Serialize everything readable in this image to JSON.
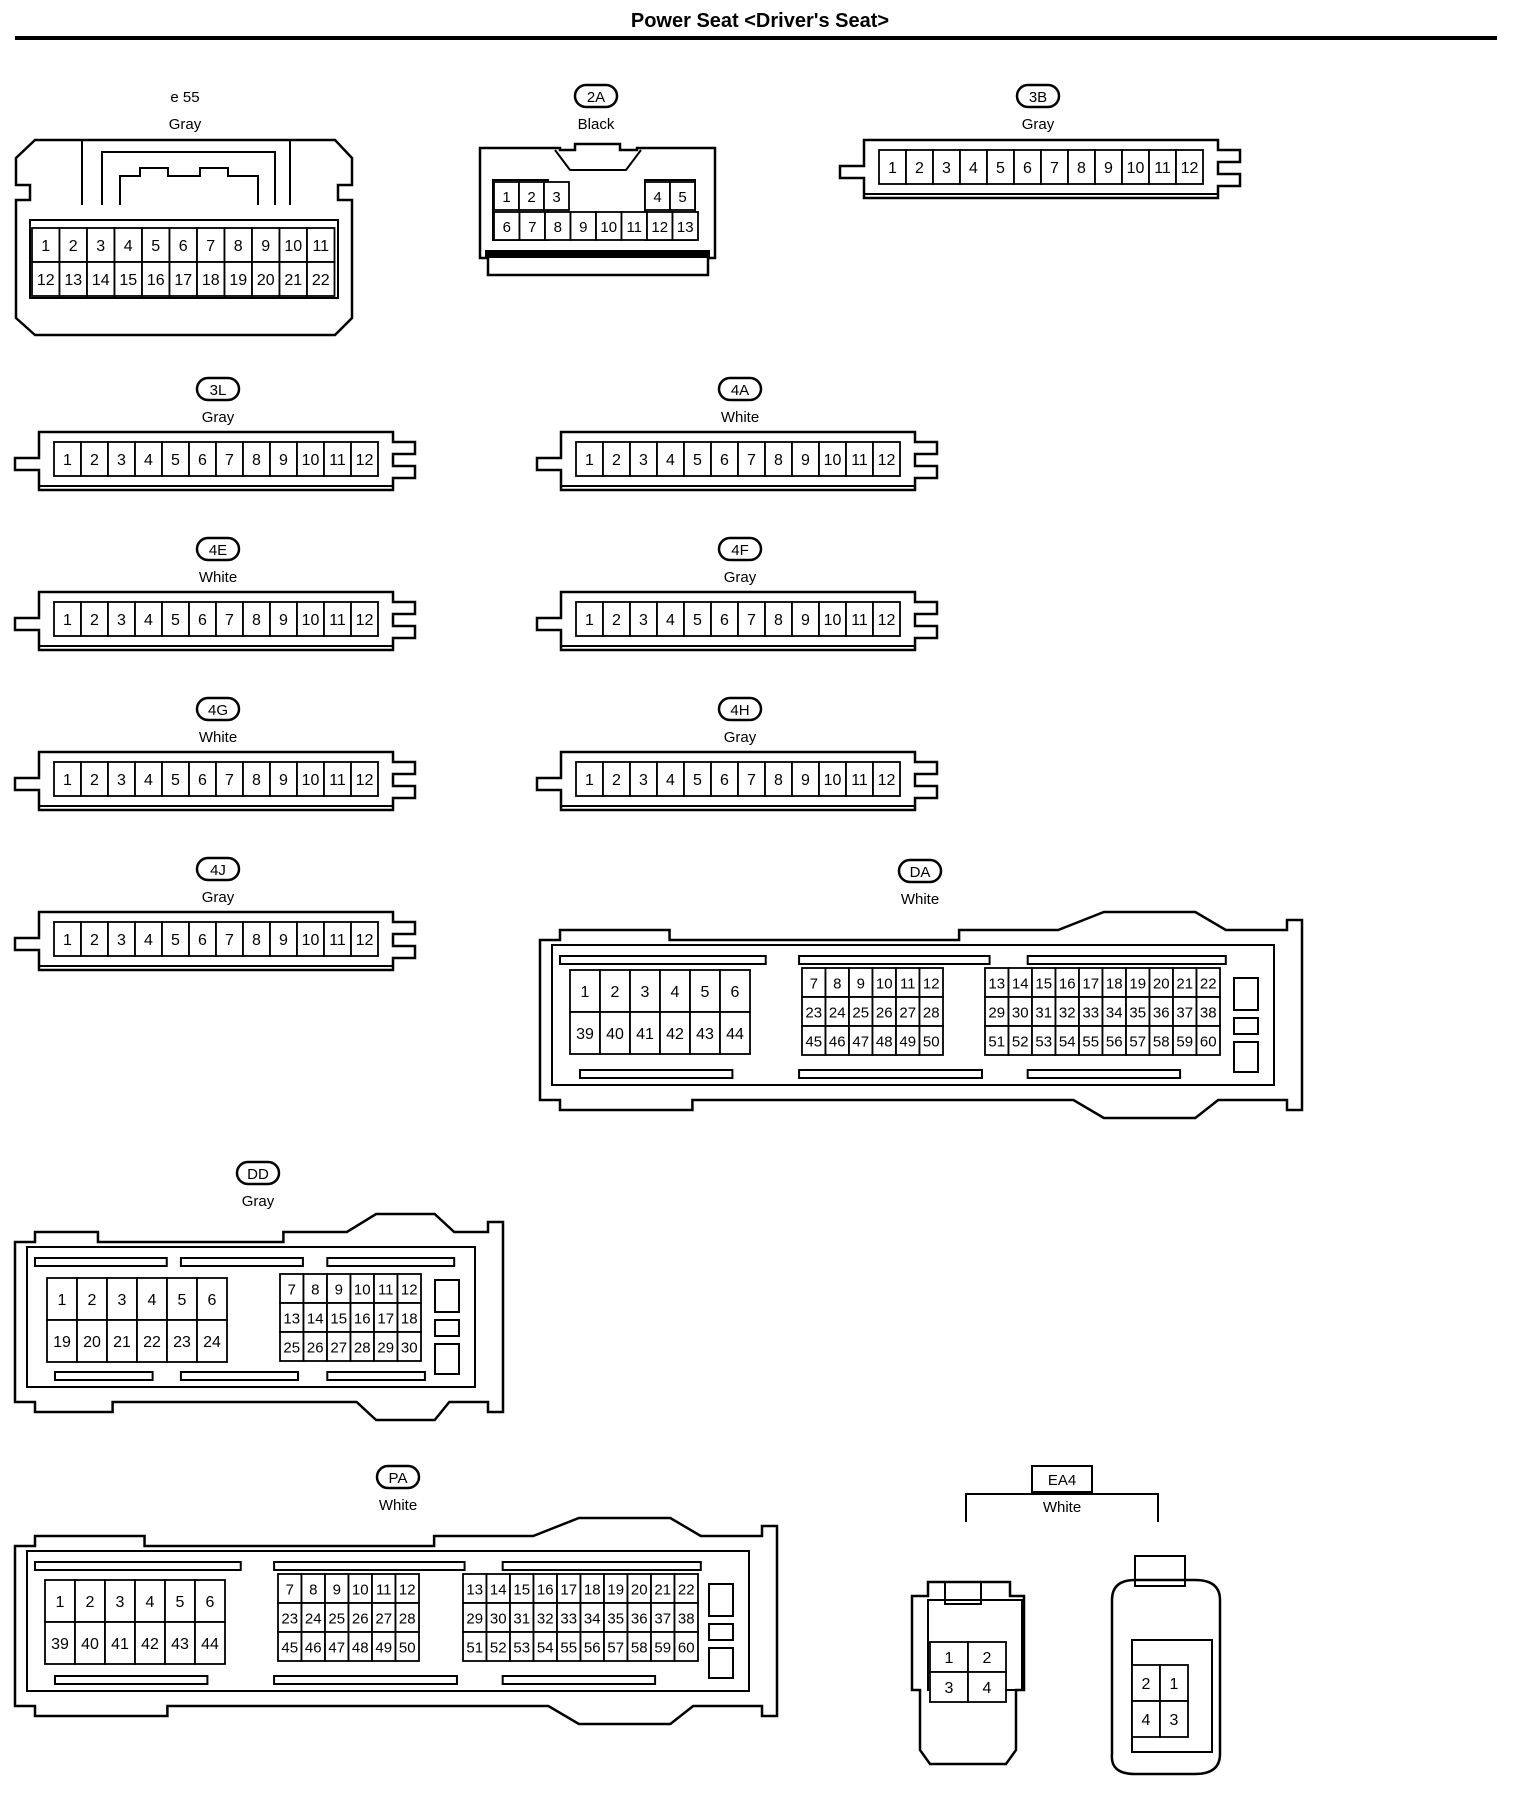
{
  "title": "Power Seat <Driver's Seat>",
  "connectors": [
    {
      "id": "e55",
      "code": "e 55",
      "code_style": "plain",
      "color": "Gray",
      "rows": [
        [
          "1",
          "2",
          "3",
          "4",
          "5",
          "6",
          "7",
          "8",
          "9",
          "10",
          "11"
        ],
        [
          "12",
          "13",
          "14",
          "15",
          "16",
          "17",
          "18",
          "19",
          "20",
          "21",
          "22"
        ]
      ]
    },
    {
      "id": "2A",
      "code": "2A",
      "code_style": "oval",
      "color": "Black",
      "rows": [
        [
          "1",
          "2",
          "3",
          "4",
          "5"
        ],
        [
          "6",
          "7",
          "8",
          "9",
          "10",
          "11",
          "12",
          "13"
        ]
      ]
    },
    {
      "id": "3B",
      "code": "3B",
      "code_style": "oval",
      "color": "Gray",
      "rows": [
        [
          "1",
          "2",
          "3",
          "4",
          "5",
          "6",
          "7",
          "8",
          "9",
          "10",
          "11",
          "12"
        ]
      ]
    },
    {
      "id": "3L",
      "code": "3L",
      "code_style": "oval",
      "color": "Gray",
      "rows": [
        [
          "1",
          "2",
          "3",
          "4",
          "5",
          "6",
          "7",
          "8",
          "9",
          "10",
          "11",
          "12"
        ]
      ]
    },
    {
      "id": "4A",
      "code": "4A",
      "code_style": "oval",
      "color": "White",
      "rows": [
        [
          "1",
          "2",
          "3",
          "4",
          "5",
          "6",
          "7",
          "8",
          "9",
          "10",
          "11",
          "12"
        ]
      ]
    },
    {
      "id": "4E",
      "code": "4E",
      "code_style": "oval",
      "color": "White",
      "rows": [
        [
          "1",
          "2",
          "3",
          "4",
          "5",
          "6",
          "7",
          "8",
          "9",
          "10",
          "11",
          "12"
        ]
      ]
    },
    {
      "id": "4F",
      "code": "4F",
      "code_style": "oval",
      "color": "Gray",
      "rows": [
        [
          "1",
          "2",
          "3",
          "4",
          "5",
          "6",
          "7",
          "8",
          "9",
          "10",
          "11",
          "12"
        ]
      ]
    },
    {
      "id": "4G",
      "code": "4G",
      "code_style": "oval",
      "color": "White",
      "rows": [
        [
          "1",
          "2",
          "3",
          "4",
          "5",
          "6",
          "7",
          "8",
          "9",
          "10",
          "11",
          "12"
        ]
      ]
    },
    {
      "id": "4H",
      "code": "4H",
      "code_style": "oval",
      "color": "Gray",
      "rows": [
        [
          "1",
          "2",
          "3",
          "4",
          "5",
          "6",
          "7",
          "8",
          "9",
          "10",
          "11",
          "12"
        ]
      ]
    },
    {
      "id": "4J",
      "code": "4J",
      "code_style": "oval",
      "color": "Gray",
      "rows": [
        [
          "1",
          "2",
          "3",
          "4",
          "5",
          "6",
          "7",
          "8",
          "9",
          "10",
          "11",
          "12"
        ]
      ]
    },
    {
      "id": "DA",
      "code": "DA",
      "code_style": "oval",
      "color": "White",
      "blocks": [
        [
          [
            "1",
            "2",
            "3",
            "4",
            "5",
            "6"
          ],
          [
            "39",
            "40",
            "41",
            "42",
            "43",
            "44"
          ]
        ],
        [
          [
            "7",
            "8",
            "9",
            "10",
            "11",
            "12"
          ],
          [
            "23",
            "24",
            "25",
            "26",
            "27",
            "28"
          ],
          [
            "45",
            "46",
            "47",
            "48",
            "49",
            "50"
          ]
        ],
        [
          [
            "13",
            "14",
            "15",
            "16",
            "17",
            "18",
            "19",
            "20",
            "21",
            "22"
          ],
          [
            "29",
            "30",
            "31",
            "32",
            "33",
            "34",
            "35",
            "36",
            "37",
            "38"
          ],
          [
            "51",
            "52",
            "53",
            "54",
            "55",
            "56",
            "57",
            "58",
            "59",
            "60"
          ]
        ]
      ]
    },
    {
      "id": "DD",
      "code": "DD",
      "code_style": "oval",
      "color": "Gray",
      "blocks": [
        [
          [
            "1",
            "2",
            "3",
            "4",
            "5",
            "6"
          ],
          [
            "19",
            "20",
            "21",
            "22",
            "23",
            "24"
          ]
        ],
        [
          [
            "7",
            "8",
            "9",
            "10",
            "11",
            "12"
          ],
          [
            "13",
            "14",
            "15",
            "16",
            "17",
            "18"
          ],
          [
            "25",
            "26",
            "27",
            "28",
            "29",
            "30"
          ]
        ]
      ]
    },
    {
      "id": "PA",
      "code": "PA",
      "code_style": "oval",
      "color": "White",
      "blocks": [
        [
          [
            "1",
            "2",
            "3",
            "4",
            "5",
            "6"
          ],
          [
            "39",
            "40",
            "41",
            "42",
            "43",
            "44"
          ]
        ],
        [
          [
            "7",
            "8",
            "9",
            "10",
            "11",
            "12"
          ],
          [
            "23",
            "24",
            "25",
            "26",
            "27",
            "28"
          ],
          [
            "45",
            "46",
            "47",
            "48",
            "49",
            "50"
          ]
        ],
        [
          [
            "13",
            "14",
            "15",
            "16",
            "17",
            "18",
            "19",
            "20",
            "21",
            "22"
          ],
          [
            "29",
            "30",
            "31",
            "32",
            "33",
            "34",
            "35",
            "36",
            "37",
            "38"
          ],
          [
            "51",
            "52",
            "53",
            "54",
            "55",
            "56",
            "57",
            "58",
            "59",
            "60"
          ]
        ]
      ]
    },
    {
      "id": "EA4",
      "code": "EA4",
      "code_style": "box",
      "color": "White",
      "views": [
        [
          [
            "1",
            "2"
          ],
          [
            "3",
            "4"
          ]
        ],
        [
          [
            "2",
            "1"
          ],
          [
            "4",
            "3"
          ]
        ]
      ]
    }
  ]
}
